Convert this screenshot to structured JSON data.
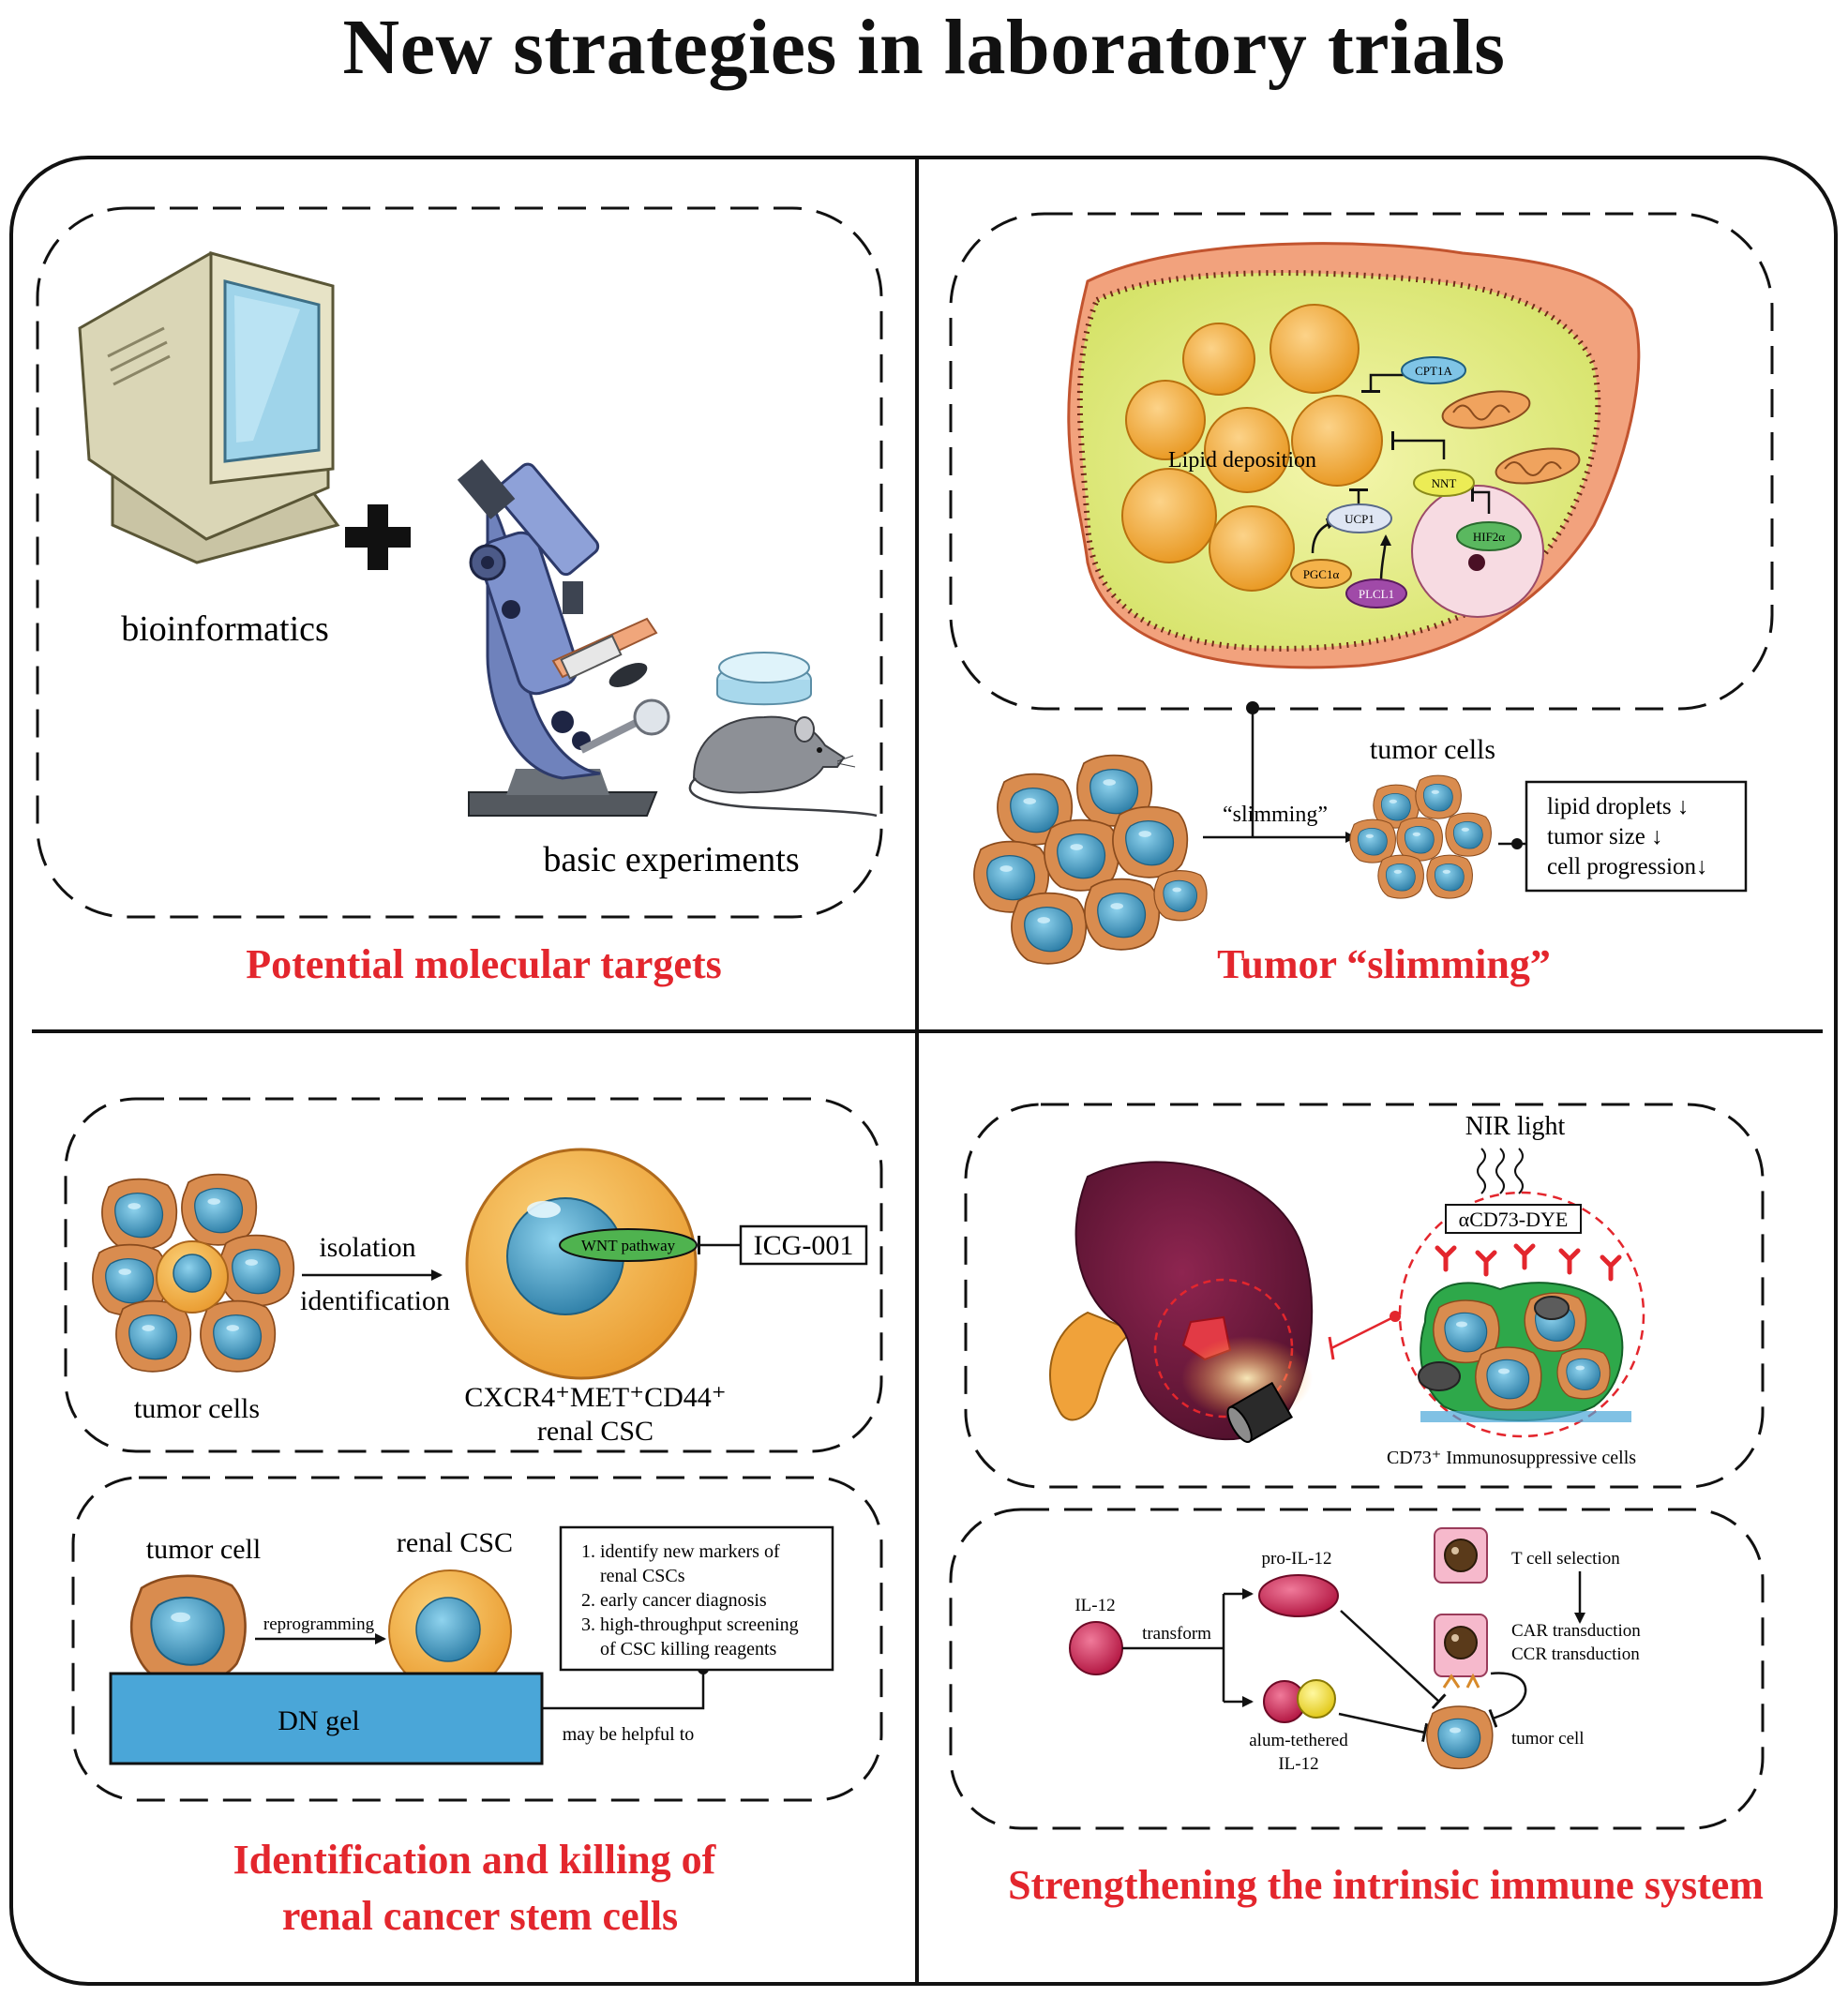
{
  "title": "New strategies in laboratory trials",
  "panels": {
    "molecular_targets": {
      "heading": "Potential molecular targets",
      "label_bioinformatics": "bioinformatics",
      "label_experiments": "basic experiments"
    },
    "tumor_slimming": {
      "heading": "Tumor “slimming”",
      "lipid_deposition": "Lipid deposition",
      "proteins": {
        "cpt1a": "CPT1A",
        "nnt": "NNT",
        "ucp1": "UCP1",
        "hif2a": "HIF2α",
        "pgc1a": "PGC1α",
        "plcl1": "PLCL1"
      },
      "arrow_label": "“slimming”",
      "result_label": "tumor cells",
      "outcomes": [
        "lipid droplets ↓",
        "tumor size ↓",
        "cell progression↓"
      ]
    },
    "renal_csc": {
      "heading_line1": "Identification and killing of",
      "heading_line2": "renal cancer stem cells",
      "tumor_cells_label": "tumor cells",
      "arrow_label_1": "isolation",
      "arrow_label_2": "identification",
      "pathway_label": "WNT pathway",
      "inhibitor": "ICG-001",
      "csc_label_line1": "CXCR4⁺MET⁺CD44⁺",
      "csc_label_line2": "renal CSC",
      "tumor_cell_label": "tumor cell",
      "renal_csc_label": "renal CSC",
      "reprogramming": "reprogramming",
      "gel_label": "DN gel",
      "helpful_label": "may be helpful to",
      "applications": [
        "1. identify new markers of",
        "    renal CSCs",
        "2. early cancer diagnosis",
        "3. high-throughput screening",
        "    of CSC killing reagents"
      ]
    },
    "immune": {
      "heading": "Strengthening the intrinsic immune system",
      "nir_label": "NIR light",
      "dye_label": "αCD73-DYE",
      "cd73_label": "CD73⁺ Immunosuppressive cells",
      "il12": "IL-12",
      "transform": "transform",
      "pro_il12": "pro-IL-12",
      "alum_line1": "alum-tethered",
      "alum_line2": "IL-12",
      "t_cell_selection": "T cell selection",
      "car_transduction": "CAR transduction",
      "ccr_transduction": "CCR transduction",
      "tumor_cell": "tumor cell"
    }
  },
  "colors": {
    "heading_red": "#e3262d",
    "cell_orange": "#d8894a",
    "nucleus_blue": "#3f9bc4",
    "lipid_orange": "#f2a93b",
    "gel_blue": "#4aa6d8"
  }
}
